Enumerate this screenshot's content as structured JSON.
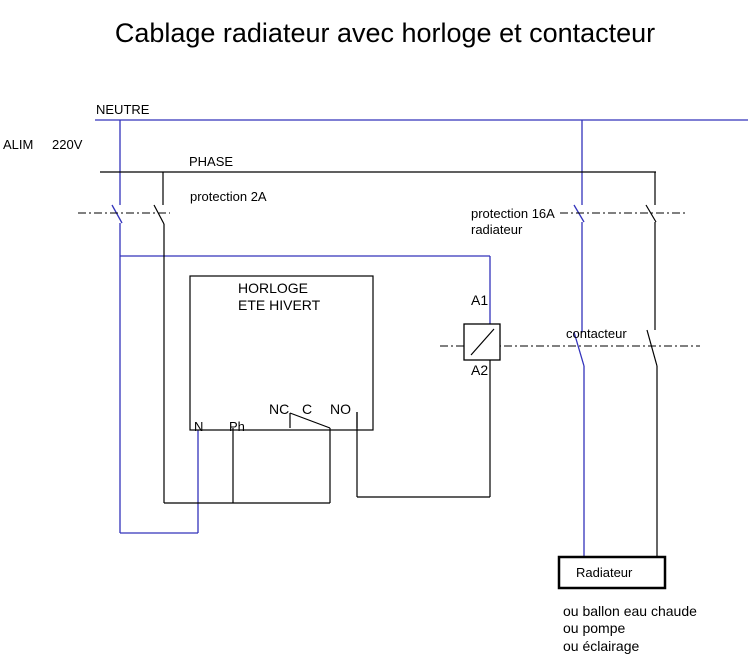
{
  "title": "Cablage radiateur avec horloge et contacteur",
  "labels": {
    "neutre": "NEUTRE",
    "alim": "ALIM",
    "voltage": "220V",
    "phase": "PHASE",
    "protection_2a": "protection 2A",
    "protection_16a": "protection 16A",
    "radiateur_sub": "radiateur",
    "horloge_line1": "HORLOGE",
    "horloge_line2": "ETE HIVERT",
    "a1": "A1",
    "a2": "A2",
    "contacteur": "contacteur",
    "term_nc": "NC",
    "term_c": "C",
    "term_no": "NO",
    "term_n": "N",
    "term_ph": "Ph",
    "radiateur_box": "Radiateur",
    "alt1": "ou ballon eau chaude",
    "alt2": "ou pompe",
    "alt3": "ou éclairage"
  },
  "colors": {
    "neutral_wire": "#3333bb",
    "phase_wire": "#000000"
  }
}
